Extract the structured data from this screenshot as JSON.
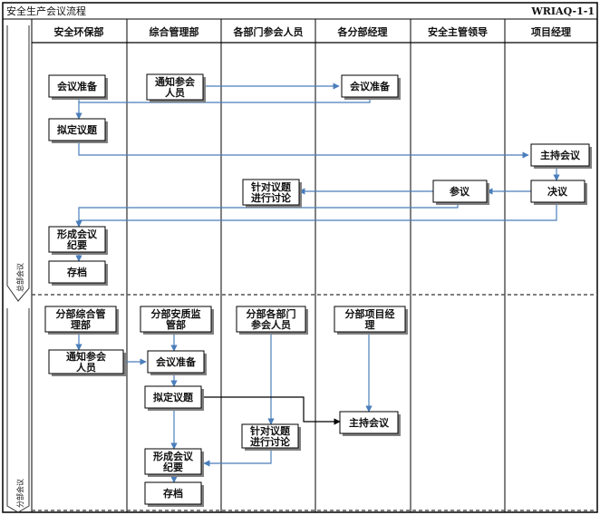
{
  "header": {
    "title": "安全生产会议流程",
    "code": "WRIAQ-1-1"
  },
  "lanes": [
    "安全环保部",
    "综合管理部",
    "各部门参会人员",
    "各分部经理",
    "安全主管领导",
    "项目经理"
  ],
  "sections": {
    "top": "总部会议",
    "bottom": "分部会议"
  },
  "top_section": {
    "prepare_1": [
      "会议准备"
    ],
    "notify": [
      "通知参会",
      "人员"
    ],
    "prepare_2": [
      "会议准备"
    ],
    "draft_topic": [
      "拟定议题"
    ],
    "host": [
      "主持会议"
    ],
    "discuss": [
      "针对议题",
      "进行讨论"
    ],
    "attend": [
      "参议"
    ],
    "decide": [
      "决议"
    ],
    "minutes": [
      "形成会议",
      "纪要"
    ],
    "archive": [
      "存档"
    ]
  },
  "bottom_section": {
    "branch_admin": [
      "分部综合管",
      "理部"
    ],
    "branch_safety": [
      "分部安质监",
      "管部"
    ],
    "branch_staff": [
      "分部各部门",
      "参会人员"
    ],
    "branch_pm": [
      "分部项目经",
      "理"
    ],
    "notify": [
      "通知参会",
      "人员"
    ],
    "prepare": [
      "会议准备"
    ],
    "draft_topic": [
      "拟定议题"
    ],
    "host": [
      "主持会议"
    ],
    "discuss": [
      "针对议题",
      "进行讨论"
    ],
    "minutes": [
      "形成会议",
      "纪要"
    ],
    "archive": [
      "存档"
    ]
  },
  "colors": {
    "line": "#4a7ebb",
    "black_line": "#000000",
    "border": "#000000",
    "box_fill": "#ffffff",
    "shadow": "#808080",
    "header_fill": "#ffffff",
    "separator": "#555555"
  }
}
